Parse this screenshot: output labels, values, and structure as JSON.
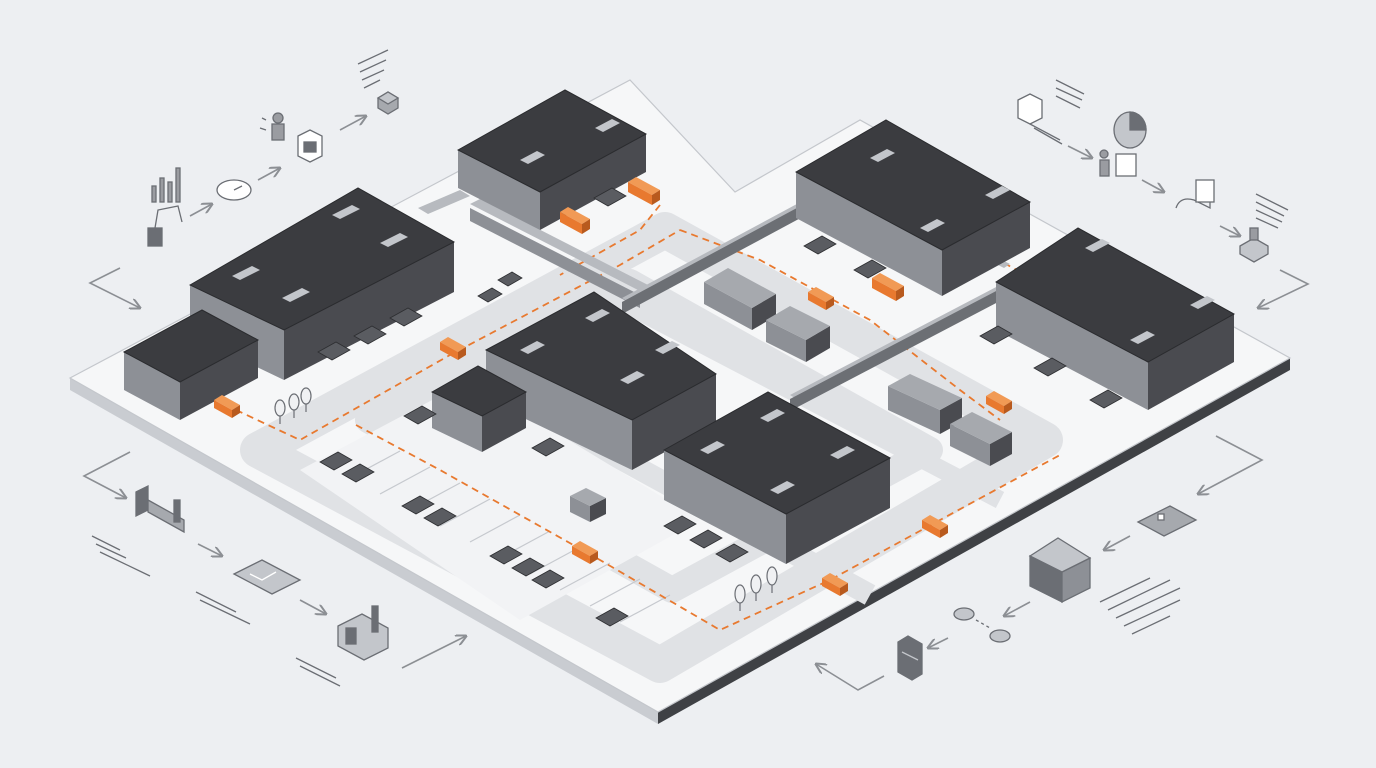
{
  "colors": {
    "background": "#edeff2",
    "platform_top": "#f6f7f8",
    "platform_side": "#3f4145",
    "road": "#e2e4e7",
    "roof": "#3b3c40",
    "wall_left": "#8d9096",
    "wall_right": "#4a4b50",
    "accent": "#e8792f",
    "icon_stroke": "#6b6e74",
    "icon_fill": "#9a9ca1"
  },
  "buildings": [
    {
      "name": "warehouse-main-west"
    },
    {
      "name": "warehouse-north"
    },
    {
      "name": "warehouse-center"
    },
    {
      "name": "warehouse-northeast"
    },
    {
      "name": "warehouse-east"
    },
    {
      "name": "warehouse-south"
    },
    {
      "name": "annex-west"
    },
    {
      "name": "annex-center"
    }
  ],
  "vehicles": {
    "orange_truck_count": 10,
    "gray_truck_count": 28
  },
  "flow_icons": {
    "top_left": [
      "robot-arm-icon",
      "bar-chart-icon",
      "clock-icon",
      "worker-icon",
      "scanner-icon",
      "package-icon",
      "document-icon"
    ],
    "top_right": [
      "conveyor-machine-icon",
      "document-icon",
      "worker-icon",
      "pie-chart-icon",
      "hand-icon",
      "document-icon",
      "robot-icon"
    ],
    "bottom_left": [
      "factory-icon",
      "document-icon",
      "map-icon",
      "factory-icon",
      "document-icon"
    ],
    "bottom_right": [
      "server-icon",
      "sensor-icon",
      "warehouse-icon",
      "map-icon",
      "document-icon"
    ]
  }
}
